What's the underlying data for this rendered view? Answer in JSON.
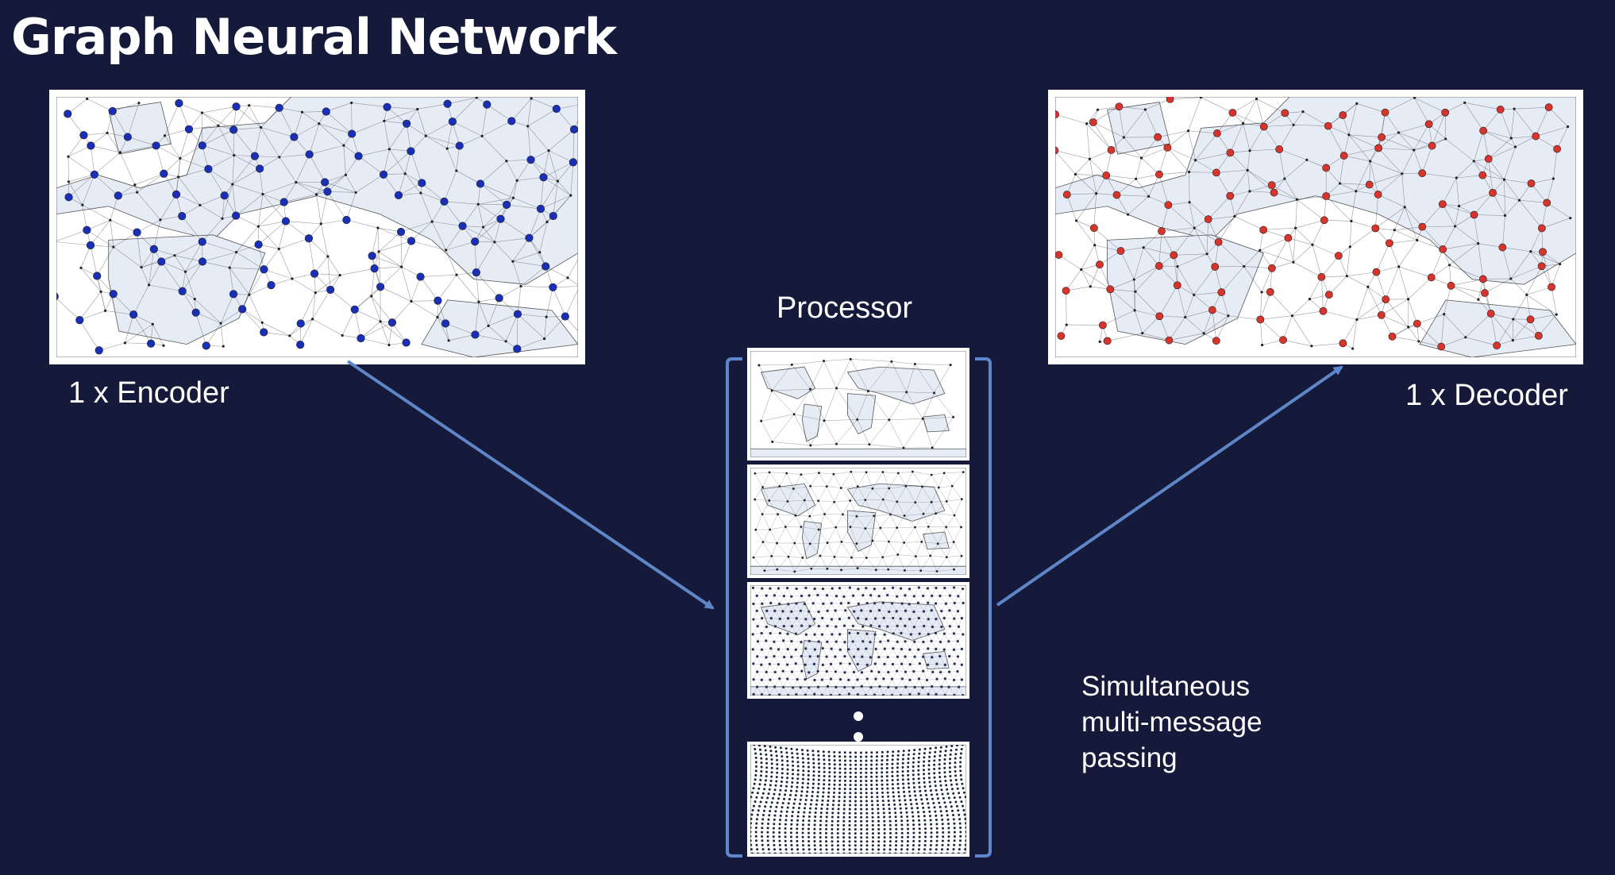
{
  "title": "Graph Neural Network",
  "encoder": {
    "label": "1 x Encoder",
    "node_color": "#1a2fb8"
  },
  "decoder": {
    "label": "1 x Decoder",
    "node_color": "#d8342c"
  },
  "processor": {
    "label": "Processor"
  },
  "note": {
    "lines": [
      "Simultaneous",
      "multi-message",
      "passing"
    ]
  },
  "colors": {
    "background": "#161a3a",
    "arrow": "#5e86c8",
    "land": "#e6ecf6",
    "edge": "#4a4a55"
  }
}
